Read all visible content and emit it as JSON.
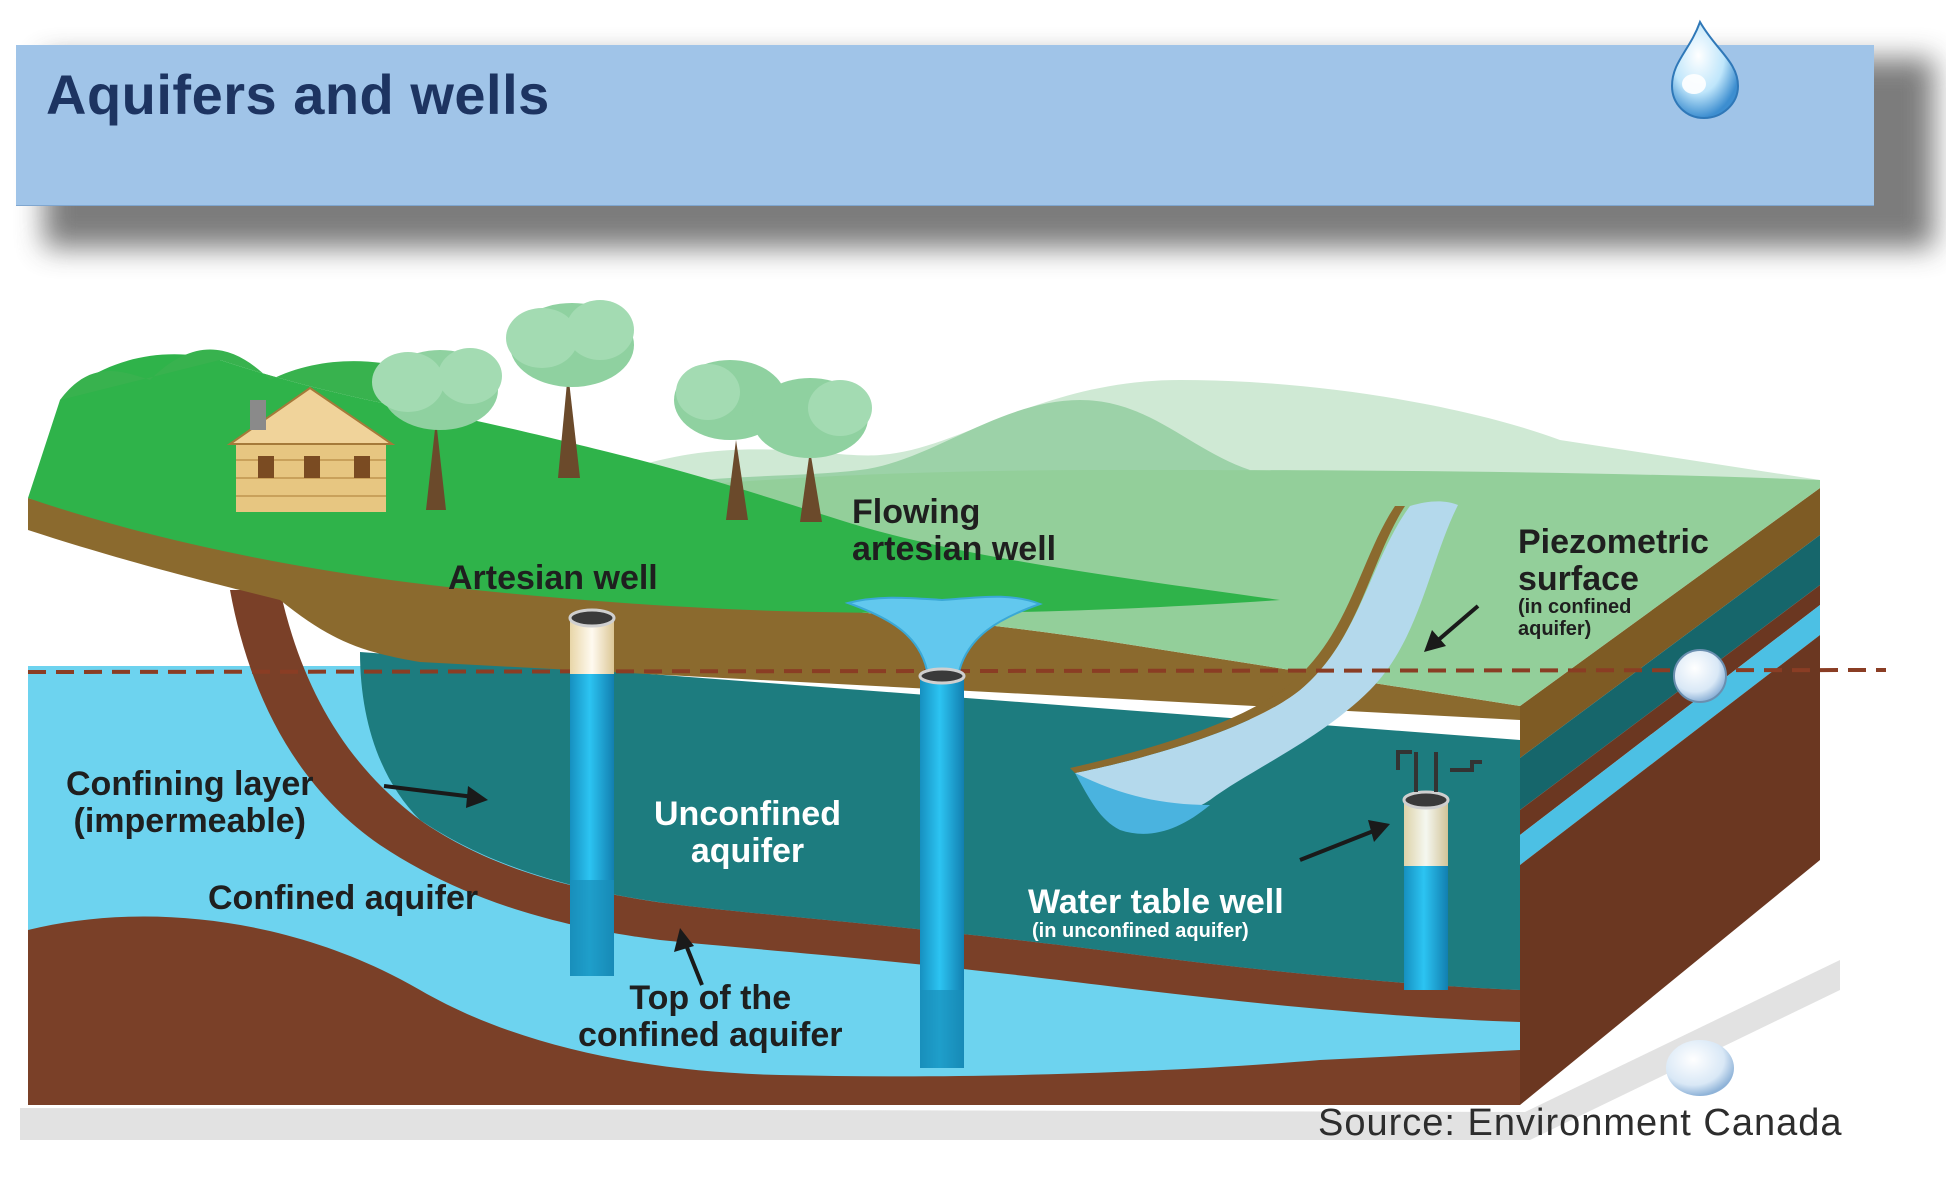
{
  "header": {
    "title": "Aquifers and wells"
  },
  "labels": {
    "artesian_well": "Artesian well",
    "flowing_artesian_well": [
      "Flowing",
      "artesian well"
    ],
    "piezometric_surface": [
      "Piezometric",
      "surface"
    ],
    "piezometric_note": [
      "(in confined",
      "aquifer)"
    ],
    "confining_layer": [
      "Confining layer",
      "(impermeable)"
    ],
    "unconfined_aquifer": [
      "Unconfined",
      "aquifer"
    ],
    "confined_aquifer": "Confined aquifer",
    "water_table_well": "Water table well",
    "water_table_note": "(in unconfined aquifer)",
    "top_confined": [
      "Top of the",
      "confined aquifer"
    ]
  },
  "source": "Source: Environment Canada",
  "colors": {
    "banner": "#a0c4e8",
    "title": "#1d3461",
    "grass_dark": "#2fb34a",
    "grass_light": "#93cf9a",
    "soil": "#8b6a2e",
    "confining_layer": "#7a4028",
    "unconfined_aquifer": "#1d7c7f",
    "confined_aquifer": "#6dd3ef",
    "well": "#1aa7da",
    "river": "#b4d9ec"
  }
}
